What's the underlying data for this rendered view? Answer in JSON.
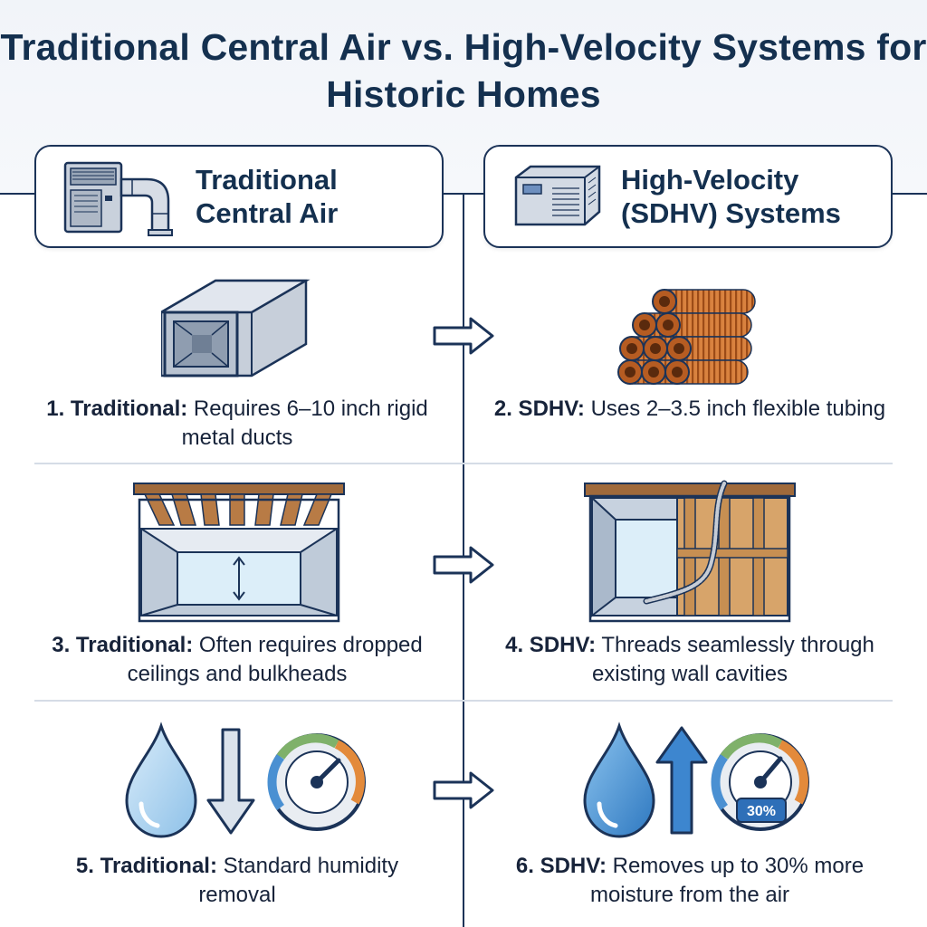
{
  "title": "Traditional Central Air vs. High-Velocity Systems for Historic Homes",
  "columns": {
    "left": {
      "header": "Traditional\nCentral Air",
      "icon": "central-air-unit-with-duct-icon"
    },
    "right": {
      "header": "High-Velocity\n(SDHV) Systems",
      "icon": "compact-air-handler-icon"
    }
  },
  "rows": [
    {
      "left": {
        "lead": "1. Traditional:",
        "text": " Requires 6–10 inch rigid metal ducts",
        "icon": "rigid-metal-duct-icon"
      },
      "right": {
        "lead": "2. SDHV:",
        "text": " Uses 2–3.5 inch flexible tubing",
        "icon": "flexible-tubing-bundle-icon"
      }
    },
    {
      "left": {
        "lead": "3. Traditional:",
        "text": " Often requires dropped ceilings and bulkheads",
        "icon": "dropped-ceiling-bulkhead-icon"
      },
      "right": {
        "lead": "4. SDHV:",
        "text": " Threads seamlessly through existing wall cavities",
        "icon": "wall-cavity-tubing-icon"
      }
    },
    {
      "left": {
        "lead": "5. Traditional:",
        "text": " Standard humidity removal",
        "icon": "humidity-down-gauge-icon"
      },
      "right": {
        "lead": "6. SDHV:",
        "text": " Removes up to 30% more moisture from the air",
        "icon": "humidity-up-gauge-icon",
        "gauge_label": "30%"
      }
    }
  ],
  "colors": {
    "navy": "#14304f",
    "copper": "#c86a2c",
    "water": "#4a90d2"
  }
}
